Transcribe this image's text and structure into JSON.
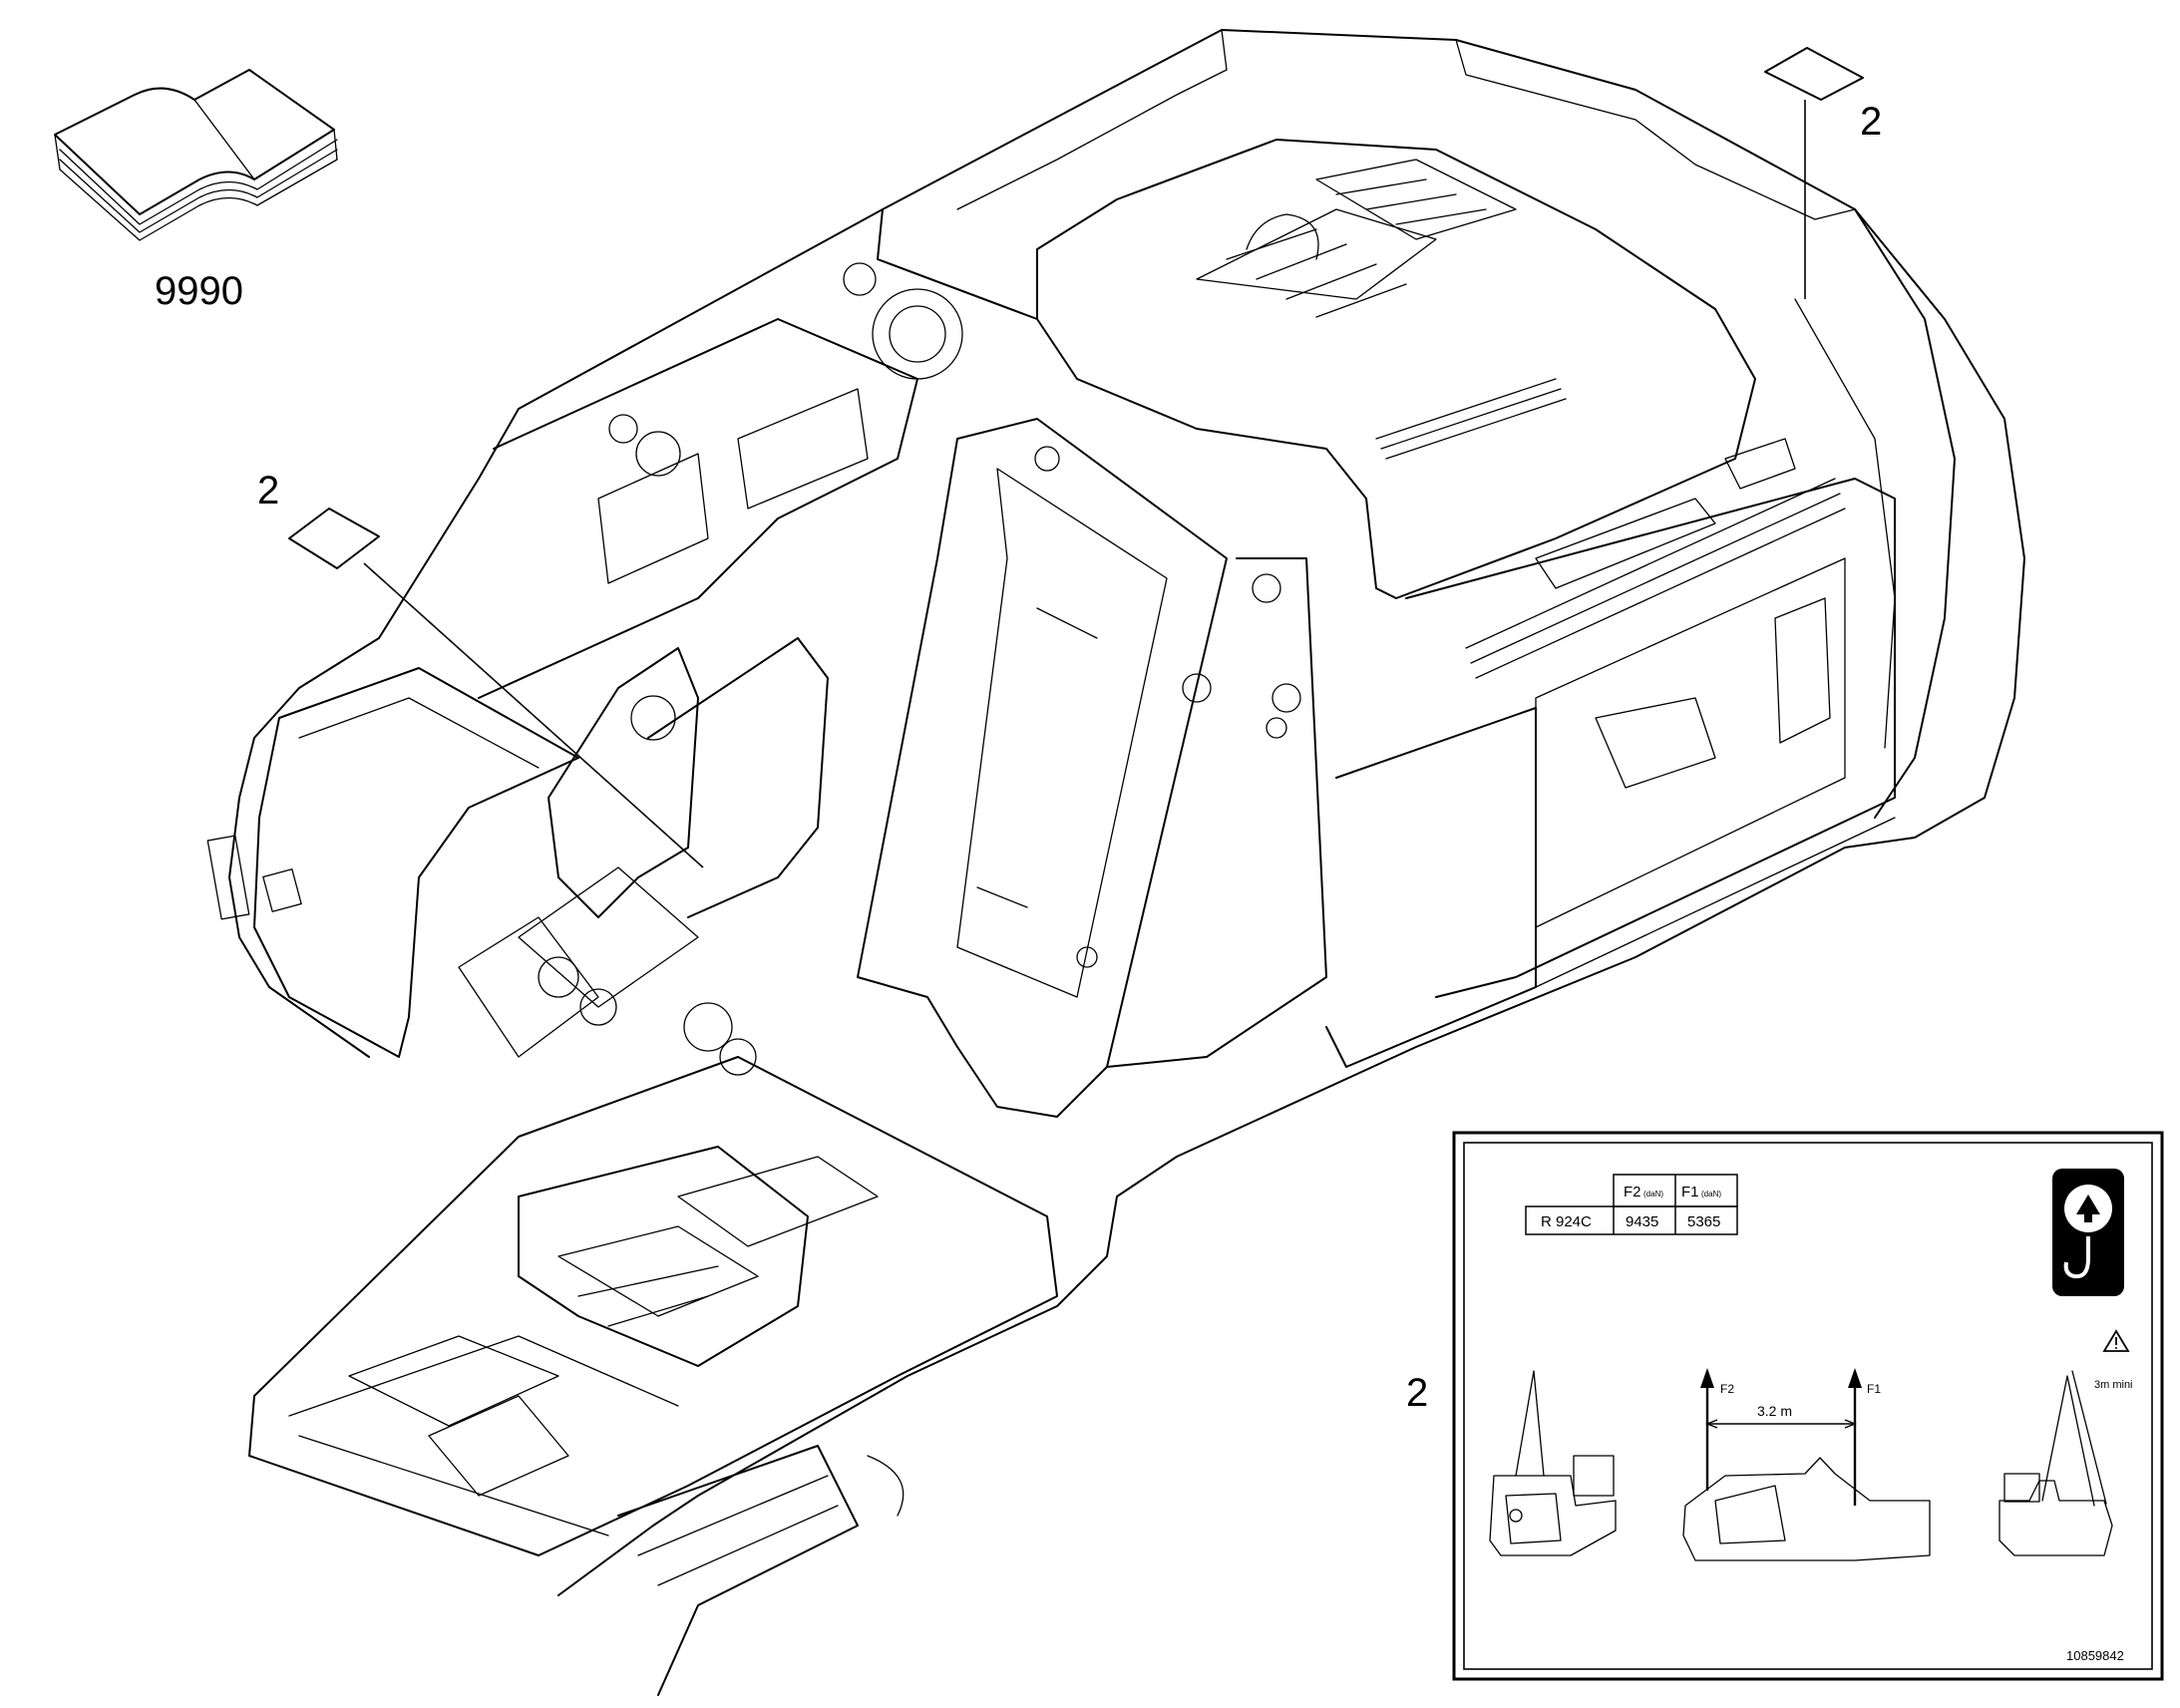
{
  "callouts": {
    "manual_number": "9990",
    "label_top_right": "2",
    "label_left": "2",
    "label_inset": "2"
  },
  "decal": {
    "table": {
      "headers": [
        "",
        "F2",
        "F1"
      ],
      "header_units": [
        "",
        "(daN)",
        "(daN)"
      ],
      "rows": [
        [
          "R 924C",
          "9435",
          "5365"
        ]
      ]
    },
    "force_left": "F2",
    "force_right": "F1",
    "distance": "3.2 m",
    "min_height": "3m mini",
    "part_number": "10859842"
  }
}
